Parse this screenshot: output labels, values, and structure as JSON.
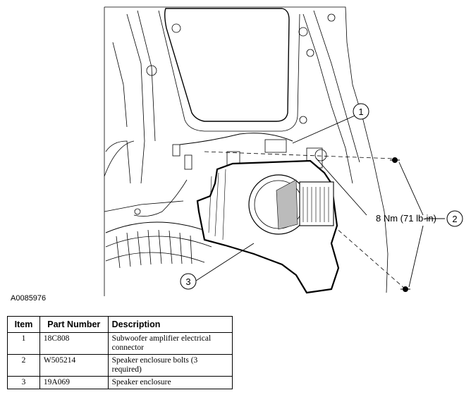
{
  "figure": {
    "id": "A0085976",
    "torque_label": "8 Nm (71 lb-in)",
    "callouts": [
      "1",
      "2",
      "3"
    ]
  },
  "table": {
    "headers": [
      "Item",
      "Part Number",
      "Description"
    ],
    "rows": [
      {
        "item": "1",
        "part_number": "18C808",
        "description": "Subwoofer amplifier electrical connector"
      },
      {
        "item": "2",
        "part_number": "W505214",
        "description": "Speaker enclosure bolts (3 required)"
      },
      {
        "item": "3",
        "part_number": "19A069",
        "description": "Speaker enclosure"
      }
    ]
  }
}
